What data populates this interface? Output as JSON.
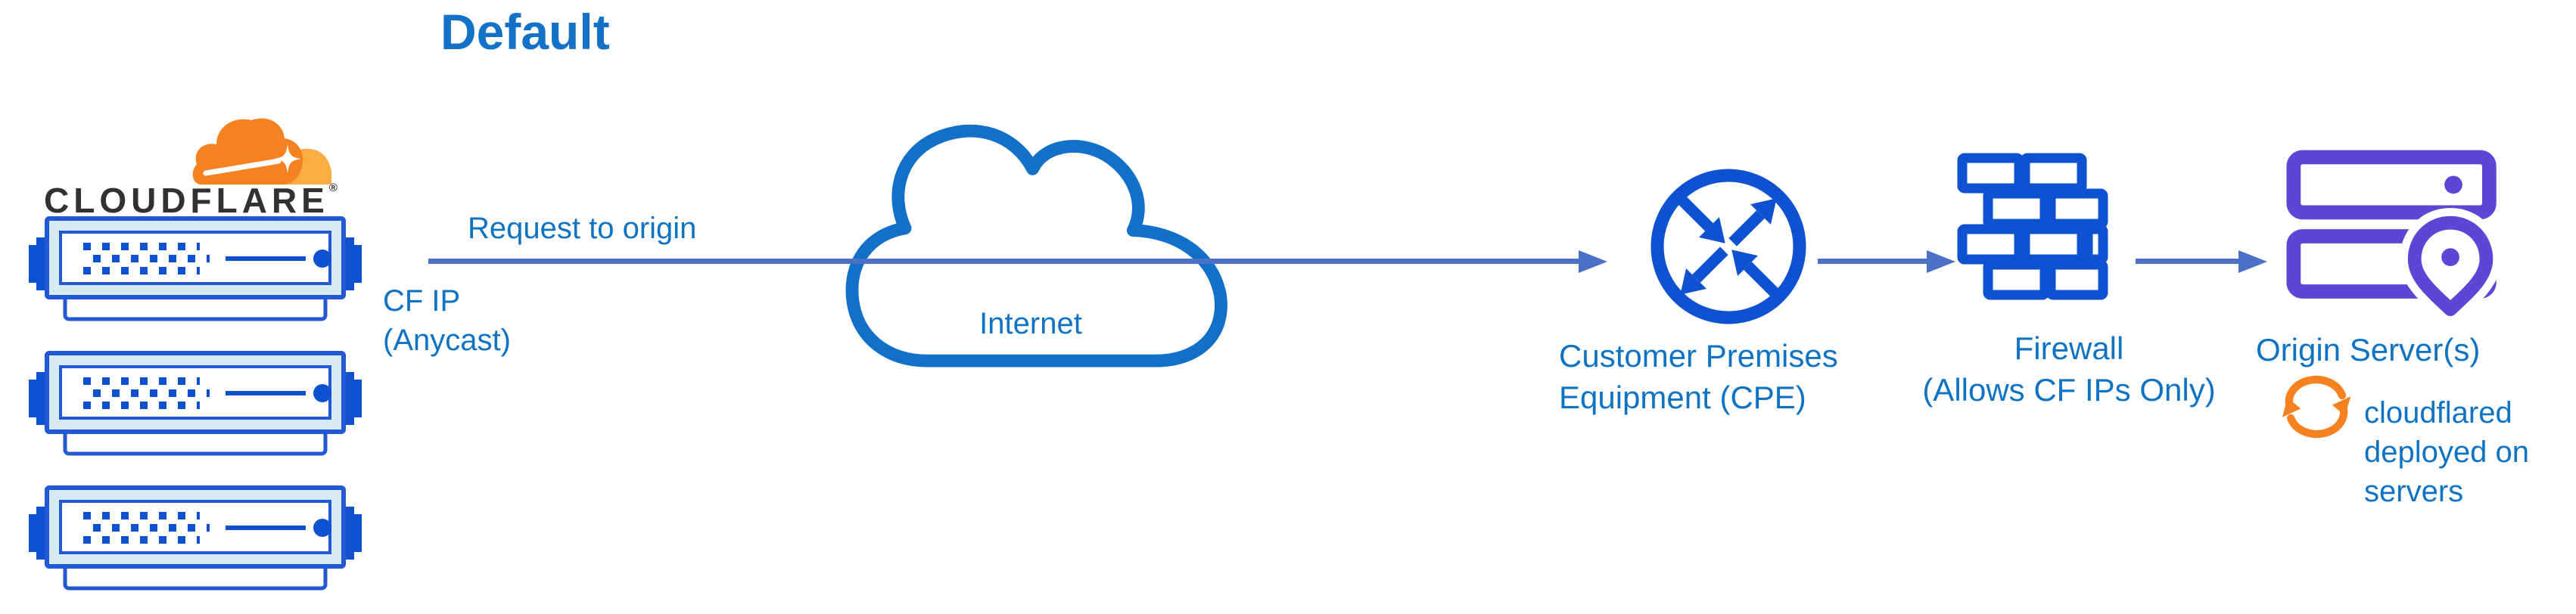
{
  "diagram_title": "Default",
  "brand": {
    "wordmark": "CLOUDFLARE",
    "registered_mark": "®"
  },
  "edges": {
    "request_label": "Request to origin"
  },
  "nodes": {
    "cloudflare_edge": {
      "label_line1": "CF IP",
      "label_line2": "(Anycast)",
      "server_count": 3
    },
    "internet": {
      "label": "Internet"
    },
    "cpe": {
      "label_line1": "Customer Premises",
      "label_line2": "Equipment (CPE)"
    },
    "firewall": {
      "label_line1": "Firewall",
      "label_line2": "(Allows CF IPs Only)"
    },
    "origin": {
      "label": "Origin Server(s)",
      "note_line1": "cloudflared",
      "note_line2": "deployed on",
      "note_line3": "servers"
    }
  },
  "icons": [
    "cloudflare-logo-cloud-icon",
    "edge-server-icon",
    "internet-cloud-icon",
    "router-arrows-icon",
    "firewall-bricks-icon",
    "origin-servers-pin-icon",
    "sync-arrows-icon"
  ],
  "colors": {
    "title_blue": "#1371c8",
    "text_blue": "#0f73c4",
    "line_blue": "#4b70c6",
    "icon_blue": "#0e52d2",
    "server_border_blue": "#2257d6",
    "server_fill": "#d6eaf2",
    "purple": "#5d45d6",
    "orange": "#f6821f",
    "orange_light": "#fbad41",
    "wordmark_dark": "#313131"
  }
}
